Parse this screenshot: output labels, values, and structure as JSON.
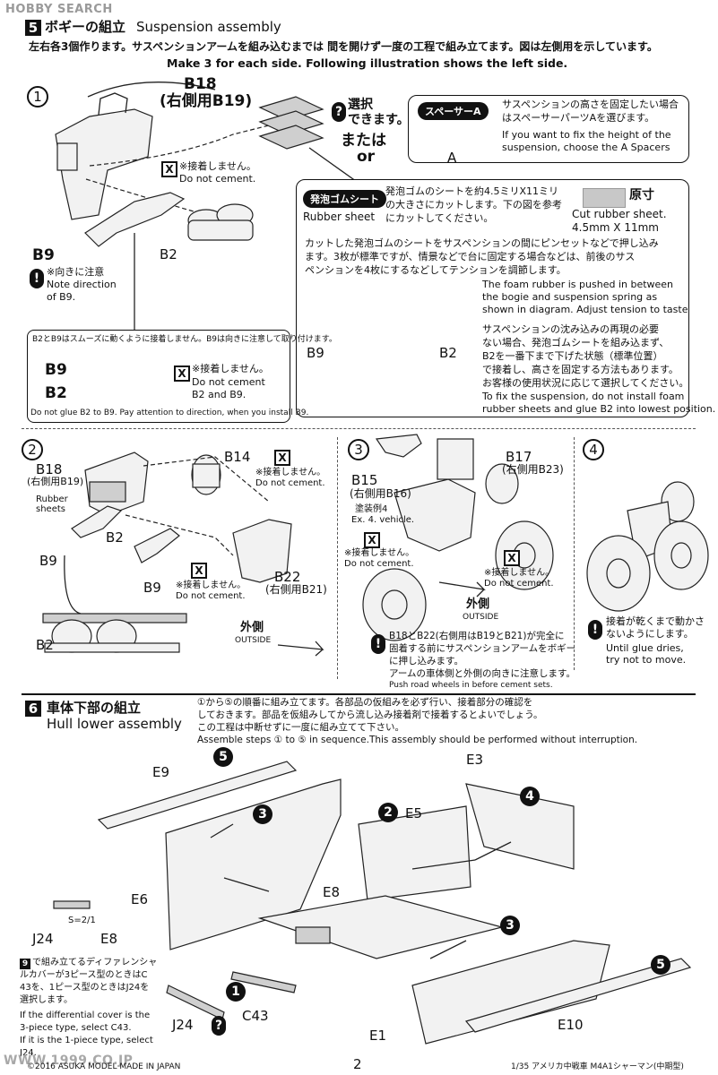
{
  "watermark_top": "HOBBY SEARCH",
  "watermark_bottom": "WWW.1999.CO.JP",
  "step5": {
    "number": "5",
    "title_jp": "ボギーの組立",
    "title_en": "Suspension assembly",
    "intro_jp": "左右各3個作ります。サスペンションアームを組み込むまでは 間を開けず一度の工程で組み立てます。図は左側用を示しています。",
    "intro_en": "Make 3 for each side.  Following illustration shows the left side.",
    "sub1": {
      "num": "1",
      "label_b18": "B18",
      "label_b18_right": "(右側用B19)",
      "select_jp_1": "選択",
      "select_jp_2": "できます。",
      "or_jp": "または",
      "or_en": "or",
      "no_cement_jp": "※接着しません。",
      "no_cement_en": "Do not cement.",
      "label_b9": "B9",
      "label_b2": "B2",
      "note_jp": "※向きに注意",
      "note_en_1": "Note direction",
      "note_en_2": "of B9.",
      "spacer_pill": "スペーサーA",
      "spacer_jp_1": "サスペンションの高さを固定したい場合",
      "spacer_jp_2": "はスペーサーパーツAを選びます。",
      "spacer_en_1": "If you want to fix the height of the",
      "spacer_en_2": "suspension, choose the A Spacers",
      "spacer_label": "A",
      "rubber_pill": "発泡ゴムシート",
      "rubber_en": "Rubber sheet",
      "rubber_jp_1": "発泡ゴムのシートを約4.5ミリX11ミリ",
      "rubber_jp_2": "の大きさにカットします。下の図を参考",
      "rubber_jp_3": "にカットしてください。",
      "actual_size_jp": "原寸",
      "cut_en_1": "Cut rubber sheet.",
      "cut_en_2": "4.5mm  X  11mm",
      "rubber_para_jp_1": "カットした発泡ゴムのシートをサスペンションの間にピンセットなどで押し込み",
      "rubber_para_jp_2": "ます。3枚が標準ですが、情景などで台に固定する場合などは、前後のサス",
      "rubber_para_jp_3": "ペンションを4枚にするなどしてテンションを調節します。",
      "rubber_para_en_1": "The foam rubber is pushed in between",
      "rubber_para_en_2": "the bogie and suspension spring as",
      "rubber_para_en_3": "shown in diagram. Adjust tension to taste",
      "fix_jp_1": "サスペンションの沈み込みの再現の必要",
      "fix_jp_2": "ない場合、発泡ゴムシートを組み込まず、",
      "fix_jp_3": "B2を一番下まで下げた状態（標準位置）",
      "fix_jp_4": "で接着し、高さを固定する方法もあります。",
      "fix_jp_5": "お客様の使用状況に応じて選択してください。",
      "fix_en_1": "To fix the suspension, do not install foam",
      "fix_en_2": "rubber sheets and glue B2 into lowest position.",
      "inner_b9": "B9",
      "inner_b2": "B2",
      "lower_note_jp": "B2とB9はスムーズに動くように接着しません。B9は向きに注意して取り付けます。",
      "lower_b9": "B9",
      "lower_b2": "B2",
      "lower_no_cement_jp": "※接着しません。",
      "lower_no_cement_en_1": "Do not cement",
      "lower_no_cement_en_2": "B2 and B9.",
      "lower_note_en": "Do not glue B2 to B9. Pay attention to direction, when you install B9."
    },
    "sub2": {
      "num": "2",
      "label_b18": "B18",
      "label_b18_right": "(右側用B19)",
      "rubber_1": "Rubber",
      "rubber_2": "sheets",
      "label_b14": "B14",
      "no_cement_jp": "※接着しません。",
      "no_cement_en": "Do not cement.",
      "label_b2": "B2",
      "label_b9": "B9",
      "label_b9b": "B9",
      "no_cement2_jp": "※接着しません。",
      "no_cement2_en": "Do not cement.",
      "label_b22": "B22",
      "label_b22_right": "(右側用B21)",
      "outside_jp": "外側",
      "outside_en": "OUTSIDE",
      "bottom_b2": "B2"
    },
    "sub3": {
      "num": "3",
      "label_b17": "B17",
      "label_b17_right": "(右側用B23)",
      "label_b15": "B15",
      "label_b15_right": "(右側用B16)",
      "paint_jp": "塗装例4",
      "paint_en": "Ex. 4. vehicle.",
      "no_cement_jp": "※接着しません。",
      "no_cement_en": "Do not cement.",
      "no_cement2_jp": "※接着しません。",
      "no_cement2_en": "Do not cement.",
      "outside_jp": "外側",
      "outside_en": "OUTSIDE",
      "note_jp_1": "B18とB22(右側用はB19とB21)が完全に",
      "note_jp_2": "固着する前にサスペンションアームをボギー",
      "note_jp_3": "に押し込みます。",
      "note_jp_4": "アームの車体側と外側の向きに注意します。",
      "note_en": "Push road wheels in before cement sets."
    },
    "sub4": {
      "num": "4",
      "note_jp_1": "接着が乾くまで動かさ",
      "note_jp_2": "ないようにします。",
      "note_en_1": "Until glue dries,",
      "note_en_2": "try not to move."
    }
  },
  "step6": {
    "number": "6",
    "title_jp": "車体下部の組立",
    "title_en": "Hull lower assembly",
    "intro_jp_1": "①から⑤の順番に組み立てます。各部品の仮組みを必ず行い、接着部分の確認を",
    "intro_jp_2": "しておきます。部品を仮組みしてから流し込み接着剤で接着するとよいでしょう。",
    "intro_jp_3": "この工程は中断せずに一度に組み立てて下さい。",
    "intro_en": "Assemble steps ① to ⑤ in sequence.This assembly should be performed without interruption.",
    "labels": {
      "e9": "E9",
      "e3": "E3",
      "e5": "E5",
      "e6": "E6",
      "e8": "E8",
      "e1": "E1",
      "e10": "E10",
      "j24": "J24",
      "j24b": "J24",
      "e8b": "E8",
      "c43": "C43",
      "s_ratio": "S=2/1"
    },
    "diff_note": {
      "num": "9",
      "jp_1": "で組み立てるディファレンシャ",
      "jp_2": "ルカバーが3ピース型のときはC",
      "jp_3": "43を、1ピース型のときはJ24を",
      "jp_4": "選択します。",
      "en_1": "If the differential cover is the",
      "en_2": "3-piece type, select C43.",
      "en_3": "If it is the 1-piece type, select",
      "en_4": "J24."
    },
    "step_marks": [
      "5",
      "3",
      "2",
      "4",
      "3",
      "5",
      "1"
    ]
  },
  "footer": {
    "copyright": "©2016 ASUKA MODEL    MADE IN JAPAN",
    "page": "2",
    "product": "1/35 アメリカ中戦車 M4A1シャーマン(中期型)"
  }
}
